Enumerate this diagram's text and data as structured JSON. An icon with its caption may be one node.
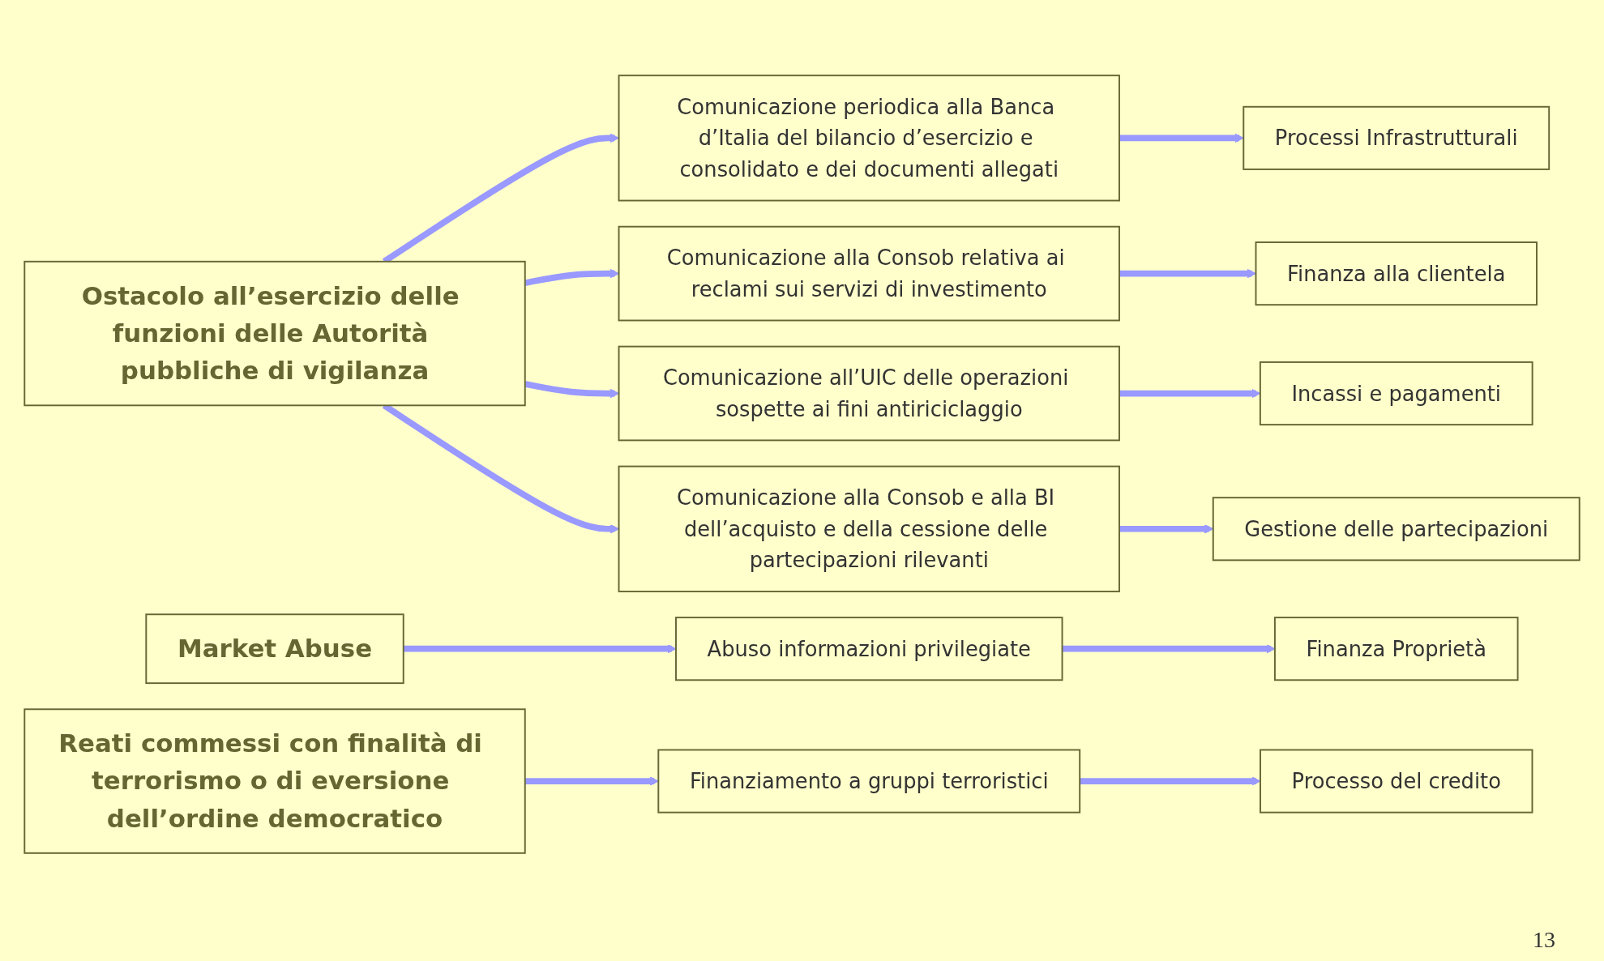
{
  "diagram": {
    "nodes": [
      {
        "text": [
          "Ostacolo all’esercizio delle funzioni delle Autorità pubbliche di vigilanza"
        ]
      },
      {
        "text": [
          "Comunicazione periodica alla Banca d’Italia del bilancio d’esercizio e consolidato e dei documenti allegati"
        ]
      },
      {
        "text": [
          "Processi Infrastrutturali"
        ]
      },
      {
        "text": [
          "Comunicazione alla Consob relativa ai reclami sui servizi di investimento"
        ]
      },
      {
        "text": [
          "Finanza alla clientela"
        ]
      },
      {
        "text": [
          "Comunicazione all’UIC delle operazioni sospette ai fini antiriciclaggio"
        ]
      },
      {
        "text": [
          "Incassi e pagamenti"
        ]
      },
      {
        "text": [
          "Comunicazione alla Consob e alla BI dell’acquisto e della cessione delle partecipazioni rilevanti"
        ]
      },
      {
        "text": [
          "Gestione delle partecipazioni"
        ]
      },
      {
        "text": [
          "Market Abuse"
        ]
      },
      {
        "text": [
          "Abuso informazioni privilegiate"
        ]
      },
      {
        "text": [
          "Finanza Proprietà"
        ]
      },
      {
        "text": [
          "Reati commessi con finalità di terrorismo o di eversione dell’ordine democratico"
        ]
      },
      {
        "text": [
          "Finanziamento a gruppi terroristici"
        ]
      },
      {
        "text": [
          "Processo del credito"
        ]
      }
    ],
    "edges": [
      {
        "from": 0,
        "to": 1,
        "arrow": "to"
      },
      {
        "from": 0,
        "to": 3,
        "arrow": "to"
      },
      {
        "from": 0,
        "to": 5,
        "arrow": "to"
      },
      {
        "from": 0,
        "to": 7,
        "arrow": "to"
      },
      {
        "from": 1,
        "to": 2,
        "arrow": "to"
      },
      {
        "from": 3,
        "to": 4,
        "arrow": "to"
      },
      {
        "from": 5,
        "to": 6,
        "arrow": "to"
      },
      {
        "from": 7,
        "to": 8,
        "arrow": "to"
      },
      {
        "from": 9,
        "to": 10,
        "arrow": "to"
      },
      {
        "from": 10,
        "to": 11,
        "arrow": "to"
      },
      {
        "from": 12,
        "to": 13,
        "arrow": "to"
      },
      {
        "from": 13,
        "to": 14,
        "arrow": "to"
      }
    ],
    "labels": [
      "13"
    ]
  }
}
